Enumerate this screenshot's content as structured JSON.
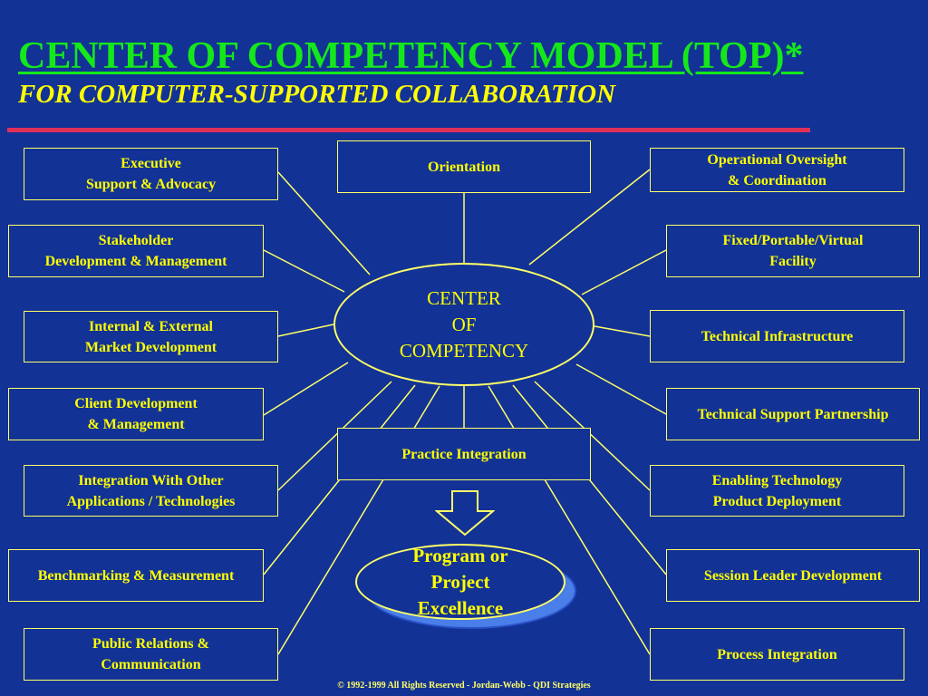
{
  "header": {
    "title": "CENTER OF COMPETENCY MODEL (TOP)*",
    "subtitle": "FOR COMPUTER-SUPPORTED COLLABORATION"
  },
  "hub": {
    "label": "CENTER\nOF\nCOMPETENCY"
  },
  "top_box": {
    "label": "Orientation"
  },
  "left_boxes": [
    "Executive\nSupport & Advocacy",
    "Stakeholder\nDevelopment & Management",
    "Internal & External\nMarket Development",
    "Client Development\n& Management",
    "Integration With Other\nApplications / Technologies",
    "Benchmarking & Measurement",
    "Public Relations &\nCommunication"
  ],
  "right_boxes": [
    "Operational Oversight\n& Coordination",
    "Fixed/Portable/Virtual\nFacility",
    "Technical Infrastructure",
    "Technical Support Partnership",
    "Enabling Technology\nProduct Deployment",
    "Session Leader Development",
    "Process Integration"
  ],
  "practice_box": {
    "label": "Practice Integration"
  },
  "outcome": {
    "label": "Program or\nProject\nExcellence"
  },
  "footer": {
    "copyright": "© 1992-1999 All Rights Reserved - Jordan-Webb - QDI Strategies"
  },
  "colors": {
    "background": "#123296",
    "title": "#15e81a",
    "text": "#ffff00",
    "accent_bar": "#e0305a"
  }
}
